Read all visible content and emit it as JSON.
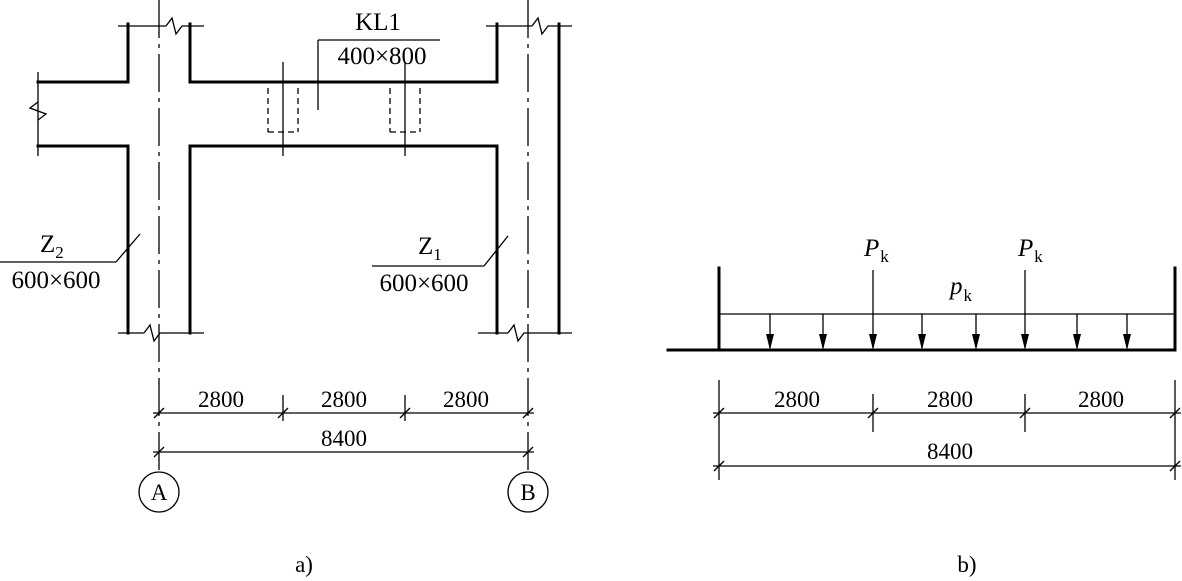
{
  "figure_a": {
    "beam_label": "KL1",
    "beam_size": "400×800",
    "col_left_main": "Z",
    "col_left_sub": "2",
    "col_left_size": "600×600",
    "col_right_main": "Z",
    "col_right_sub": "1",
    "col_right_size": "600×600",
    "dim_segments": [
      "2800",
      "2800",
      "2800"
    ],
    "dim_total": "8400",
    "axis_left": "A",
    "axis_right": "B",
    "caption": "a)"
  },
  "figure_b": {
    "point_load_1_main": "P",
    "point_load_1_sub": "k",
    "point_load_2_main": "P",
    "point_load_2_sub": "k",
    "dist_load_main": "p",
    "dist_load_sub": "k",
    "dim_segments": [
      "2800",
      "2800",
      "2800"
    ],
    "dim_total": "8400",
    "caption": "b)"
  }
}
